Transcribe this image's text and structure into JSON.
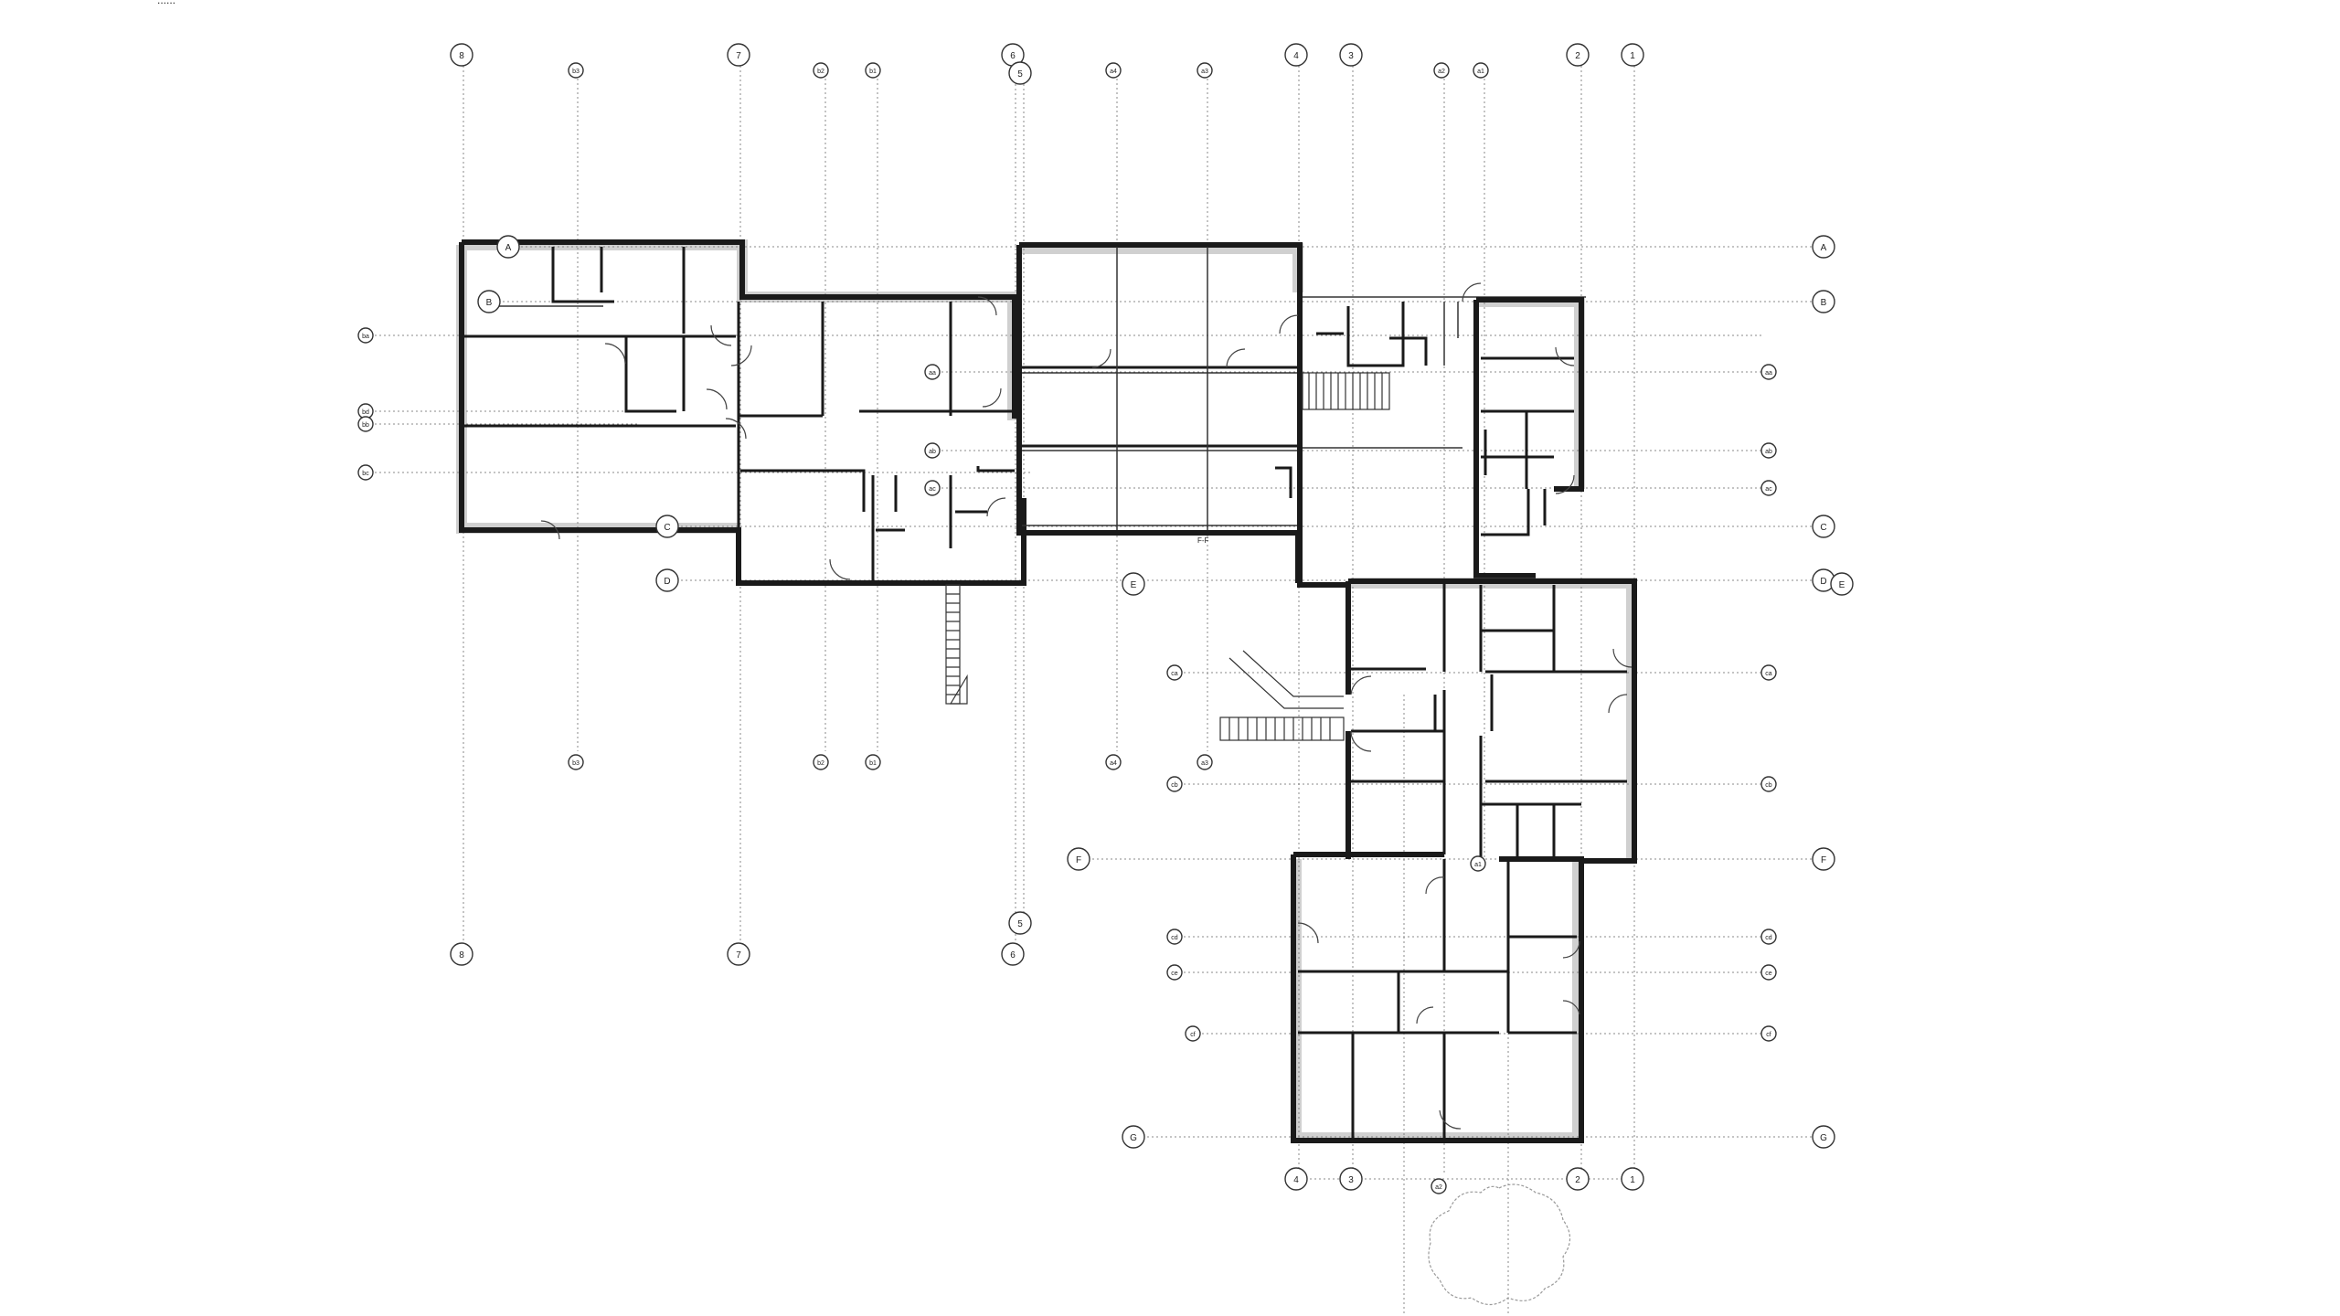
{
  "drawing": {
    "section_mark": "F-F",
    "corner_label": "......"
  },
  "grid_numbers": {
    "top": [
      "8",
      "b3",
      "7",
      "b2",
      "b1",
      "6",
      "5",
      "a4",
      "a3",
      "4",
      "3",
      "a2",
      "a1",
      "2",
      "1"
    ],
    "middle": [
      "b3",
      "b2",
      "b1",
      "a4",
      "a3",
      "5"
    ],
    "bottom_left": [
      "8",
      "7",
      "6"
    ],
    "bottom_right": [
      "4",
      "3",
      "a2",
      "2",
      "1",
      "a1"
    ]
  },
  "grid_letters": {
    "right": [
      "A",
      "B",
      "aa",
      "ab",
      "ac",
      "C",
      "D",
      "E",
      "ca",
      "cb",
      "F",
      "cd",
      "ce",
      "cf",
      "G"
    ],
    "left": [
      "ba",
      "bd",
      "bb",
      "bc"
    ],
    "inner": [
      "A",
      "B",
      "C",
      "D",
      "E",
      "aa",
      "ab",
      "ac",
      "ca",
      "cb",
      "F",
      "cd",
      "ce",
      "cf",
      "G"
    ]
  }
}
